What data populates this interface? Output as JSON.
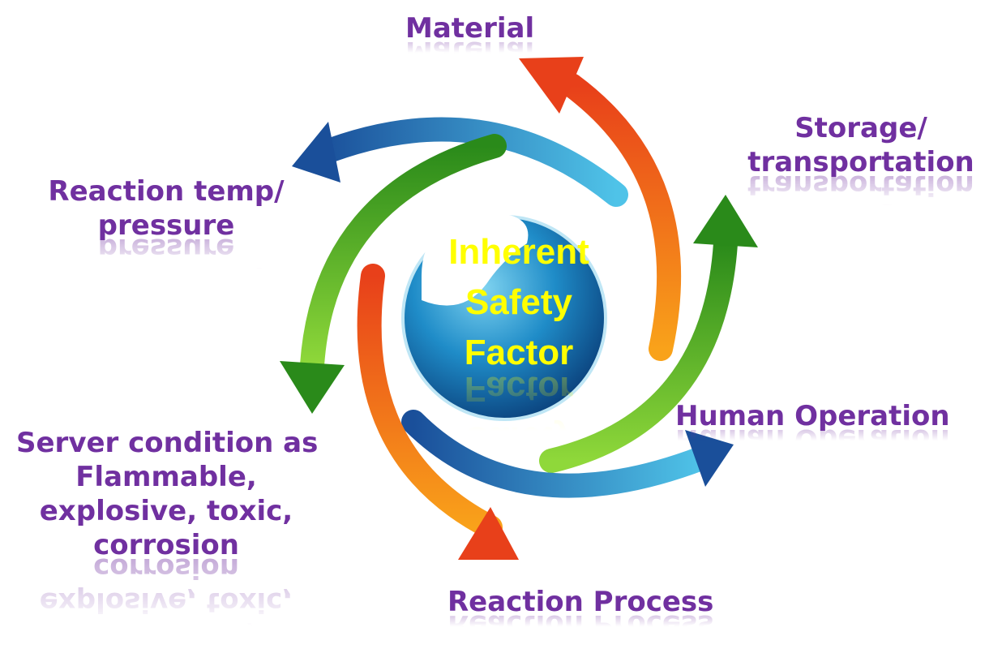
{
  "center": {
    "line1": "Inherent",
    "line2": "Safety",
    "line3": "Factor"
  },
  "labels": {
    "material": "Material",
    "storage_line1": "Storage/",
    "storage_line2": "transportation",
    "reaction_temp_line1": "Reaction temp/",
    "reaction_temp_line2": "pressure",
    "human_operation": "Human Operation",
    "server_line1": "Server condition as",
    "server_line2": "Flammable,",
    "server_line3": "explosive, toxic,",
    "server_line4": "corrosion",
    "reaction_process": "Reaction Process"
  },
  "colors": {
    "label": "#7030a0",
    "center_text": "#ffff00",
    "blue": "#1f5fa8",
    "orange": "#f06a10",
    "green": "#3c9a1c"
  }
}
